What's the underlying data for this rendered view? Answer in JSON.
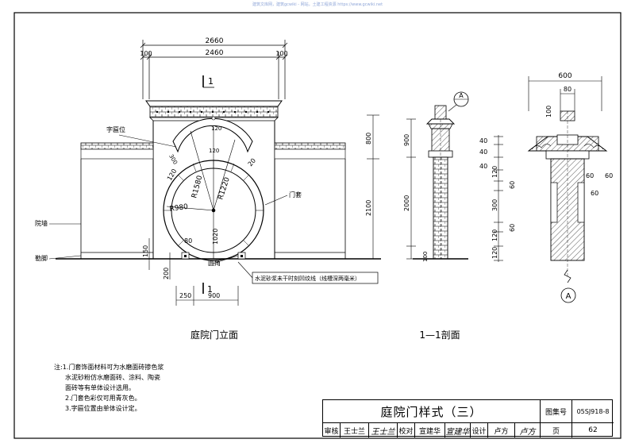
{
  "header_url": "建筑文库网，建筑gcwiki - 网站，土建工程资源 https://www.gcwiki.net",
  "elevation": {
    "title": "庭院门立面",
    "section_mark": "1",
    "dims_top": [
      "2660",
      "100",
      "2460",
      "100"
    ],
    "dims_bottom": [
      "250",
      "900"
    ],
    "dims_left": [
      "150",
      "200"
    ],
    "dims_right": [
      "800",
      "2100"
    ],
    "radii": [
      "R1580",
      "R1220",
      "R980"
    ],
    "arc_dims": [
      "120",
      "120",
      "300",
      "20"
    ],
    "inner": [
      "1020",
      "80"
    ],
    "labels": {
      "plaque": "字匾位",
      "door_frame": "门套",
      "courtyard_wall": "院墙",
      "plinth": "勒脚",
      "round_corner": "圆角",
      "groove": "水泥砂浆未干时刻凹纹线（线槽深两毫米）"
    }
  },
  "section": {
    "title": "1—1剖面",
    "dims": [
      "900",
      "2000",
      "100"
    ],
    "marker": "A"
  },
  "detail": {
    "marker": "A",
    "dims_top": [
      "600",
      "80",
      "100"
    ],
    "dims_right": [
      "40",
      "40",
      "40",
      "120",
      "60",
      "300",
      "60",
      "120",
      "120"
    ],
    "dims_side": [
      "60",
      "60",
      "60"
    ]
  },
  "notes": {
    "label": "注:",
    "lines": [
      "1.门套饰面材料可为水磨面砖掺色浆",
      "水泥砂粉仿水磨面砖、涂料、陶瓷",
      "面砖等有单体设计选用。",
      "2.门套色彩仅可用青灰色。",
      "3.字匾位置由单体设计定。"
    ]
  },
  "title_block": {
    "title": "庭院门样式（三）",
    "atlas_label": "图集号",
    "atlas_no": "05SJ918-8",
    "review_label": "审核",
    "reviewer": "王士兰",
    "check_label": "校对",
    "checker": "宣建华",
    "design_label": "设计",
    "designer": "卢方",
    "page_label": "页",
    "page_no": "62"
  },
  "colors": {
    "line": "#000000",
    "hatch": "#555555",
    "url": "#8fa6d8"
  }
}
